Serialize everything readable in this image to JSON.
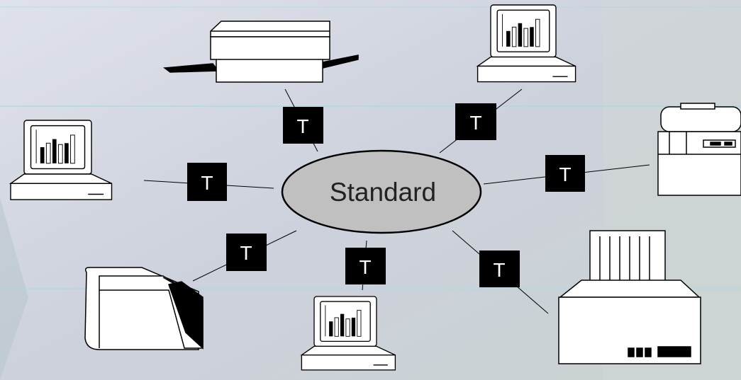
{
  "center": {
    "label": "Standard"
  },
  "translator_label": "T",
  "colors": {
    "background_top": "#dcdfe8",
    "background_bottom": "#c4cad8",
    "ellipse_fill": "#c0c0c0",
    "box_fill": "#000000",
    "box_text": "#ffffff",
    "accent_line": "#9fd8e0"
  },
  "nodes": [
    {
      "name": "printer-top",
      "icon": "laser-printer-icon"
    },
    {
      "name": "computer-top-right",
      "icon": "computer-chart-icon"
    },
    {
      "name": "computer-left",
      "icon": "computer-chart-icon"
    },
    {
      "name": "printer-right",
      "icon": "printer-icon"
    },
    {
      "name": "scanner-bottom-left",
      "icon": "film-scanner-icon"
    },
    {
      "name": "computer-bottom",
      "icon": "computer-chart-icon"
    },
    {
      "name": "printer-bottom-right",
      "icon": "line-printer-icon"
    }
  ]
}
